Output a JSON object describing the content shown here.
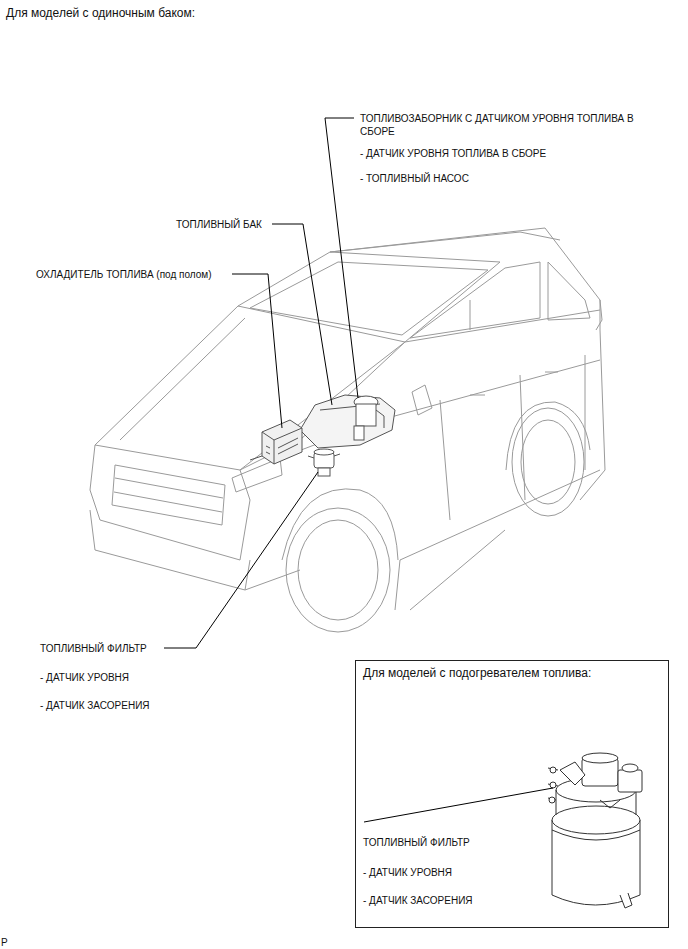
{
  "diagram": {
    "title": "Для моделей с одиночным баком:",
    "nodes": [
      {
        "text": [
          "Для моделей с подогревателем топлива:",
          "ТОПЛИВНЫЙ ФИЛЬТР",
          "- ДАТЧИК УРОВНЯ",
          "- ДАТЧИК ЗАСОРЕНИЯ"
        ]
      }
    ],
    "labels": [
      "ТОПЛИВОЗАБОРНИК С ДАТЧИКОМ УРОВНЯ ТОПЛИВА В СБОРЕ",
      "- ДАТЧИК УРОВНЯ ТОПЛИВА В СБОРЕ",
      "- ТОПЛИВНЫЙ НАСОС",
      "ТОПЛИВНЫЙ БАК",
      "ОХЛАДИТЕЛЬ ТОПЛИВА (под полом)",
      "ТОПЛИВНЫЙ ФИЛЬТР",
      "- ДАТЧИК УРОВНЯ",
      "- ДАТЧИК ЗАСОРЕНИЯ",
      "P"
    ]
  }
}
